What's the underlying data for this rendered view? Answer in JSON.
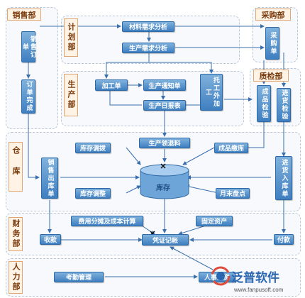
{
  "departments": {
    "sales": "销售部",
    "planning": "计划部",
    "purchasing": "采购部",
    "production": "生产部",
    "quality": "质检部",
    "warehouse": "仓库",
    "finance": "财务部",
    "hr": "人力部"
  },
  "nodes": {
    "sales_order": "销售订单",
    "order_complete": "订单完成",
    "material_demand": "材料需求分析",
    "production_demand": "生产需求分析",
    "purchase_order": "采购单",
    "processing_order": "加工单",
    "production_notice": "生产通知单",
    "outsourcing": "托工外加工",
    "production_daily": "生产日报表",
    "product_inspection": "成品检验",
    "incoming_inspection": "进货检验",
    "production_return": "生产领退料",
    "stock_transfer": "库存调拨",
    "finished_storage": "成品缴库",
    "sales_outbound": "销售出库单",
    "stock_adjust": "库存调整",
    "inventory": "库存",
    "month_end": "月末盘点",
    "incoming_warehouse": "进货入库单",
    "cost_allocation": "费用分摊及成本计算",
    "fixed_assets": "固定资产",
    "receipt": "收款",
    "voucher": "凭证记帐",
    "payment": "付款",
    "attendance": "考勤管理",
    "payroll": "人事工资"
  },
  "logo": {
    "name": "泛普软件",
    "url": "www.fanpusoft.com"
  },
  "colors": {
    "node": "#3f7fc0",
    "dept": "#fff3e6",
    "arrow": "#3a6fae"
  }
}
